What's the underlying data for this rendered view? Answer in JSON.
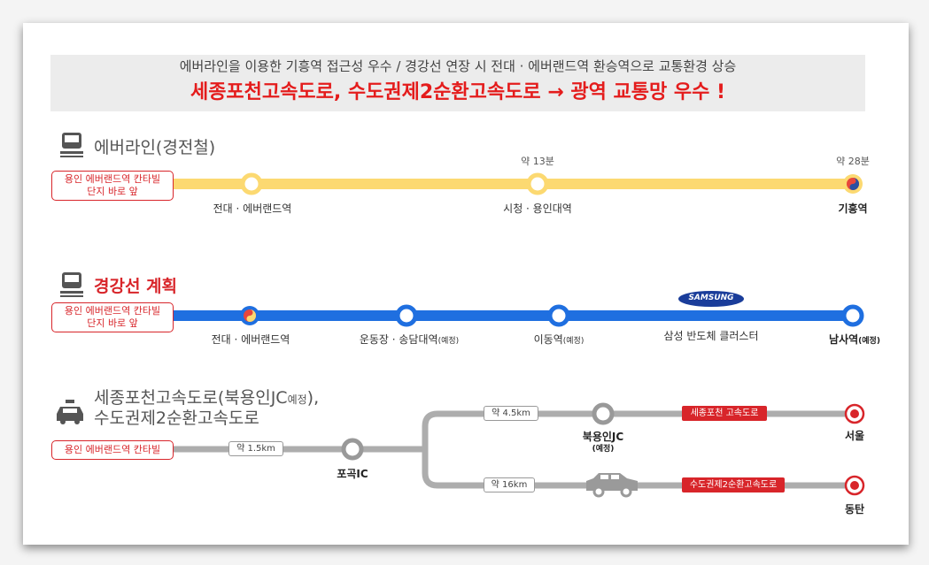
{
  "banner": {
    "subtitle": "에버라인을 이용한 기흥역 접근성 우수 / 경강선 연장 시 전대 · 에버랜드역 환승역으로 교통환경 상승",
    "headline": "세종포천고속도로, 수도권제2순환고속도로 → 광역 교통망 우수 !"
  },
  "everline": {
    "title": "에버라인(경전철)",
    "callout": [
      "용인 에버랜드역 칸타빌",
      "단지 바로 앞"
    ],
    "stations": [
      {
        "name": "전대 · 에버랜드역",
        "time": ""
      },
      {
        "name": "시청 · 용인대역",
        "time": "약 13분"
      },
      {
        "name": "기흥역",
        "time": "약 28분"
      }
    ]
  },
  "gyeonggang": {
    "title": "경강선 계획",
    "callout": [
      "용인 에버랜드역 칸타빌",
      "단지 바로 앞"
    ],
    "stations": [
      {
        "name": "전대 · 에버랜드역",
        "note": ""
      },
      {
        "name": "운동장 · 송담대역",
        "note": "(예정)"
      },
      {
        "name": "이동역",
        "note": "(예정)"
      },
      {
        "name": "삼성 반도체 클러스터",
        "note": ""
      },
      {
        "name": "남사역",
        "note": "(예정)"
      }
    ],
    "logo_text": "SAMSUNG"
  },
  "highway": {
    "title_line1": "세종포천고속도로(북용인JC",
    "title_line1_note": "예정",
    "title_line1_end": "),",
    "title_line2": "수도권제2순환고속도로",
    "start": "용인 에버랜드역 칸타빌",
    "seg1_time": "약 1.5km",
    "ic": "포곡IC",
    "upper_time": "약 4.5km",
    "jc": "북용인JC",
    "jc_note": "(예정)",
    "upper_road": "세종포천 고속도로",
    "upper_dest": "서울",
    "lower_time": "약 16km",
    "lower_road": "수도권제2순환고속도로",
    "lower_dest": "동탄"
  },
  "colors": {
    "everline": "#fcd971",
    "gyeonggang": "#1f6fe0",
    "highway": "#adadad",
    "accent_red": "#d8252a"
  }
}
